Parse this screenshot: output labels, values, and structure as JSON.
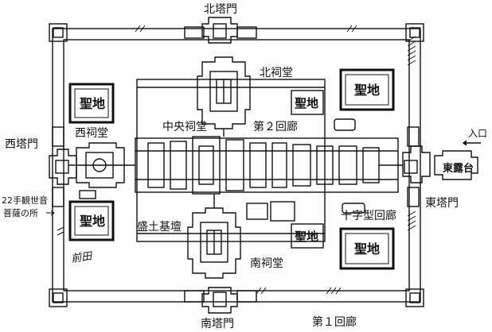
{
  "labels": {
    "north_gate": "北塔門",
    "south_gate": "南塔門",
    "west_gate": "西塔門",
    "east_gate": "東塔門",
    "north_shrine": "北祠堂",
    "south_shrine": "南祠堂",
    "west_shrine": "西祠堂",
    "central_shrine": "中央祠堂",
    "second_gallery": "第２回廊",
    "first_gallery": "第１回廊",
    "cruciform_gallery": "十字型回廊",
    "earth_mound": "盛土基壇",
    "east_terrace": "東露台",
    "entrance": "入口",
    "sanctuary": "聖地",
    "avalokiteshvara_line1": "22手観世音",
    "avalokiteshvara_line2": "菩薩の所",
    "signature": "前田"
  },
  "colors": {
    "ink": "#111111",
    "paper": "#ffffff"
  }
}
